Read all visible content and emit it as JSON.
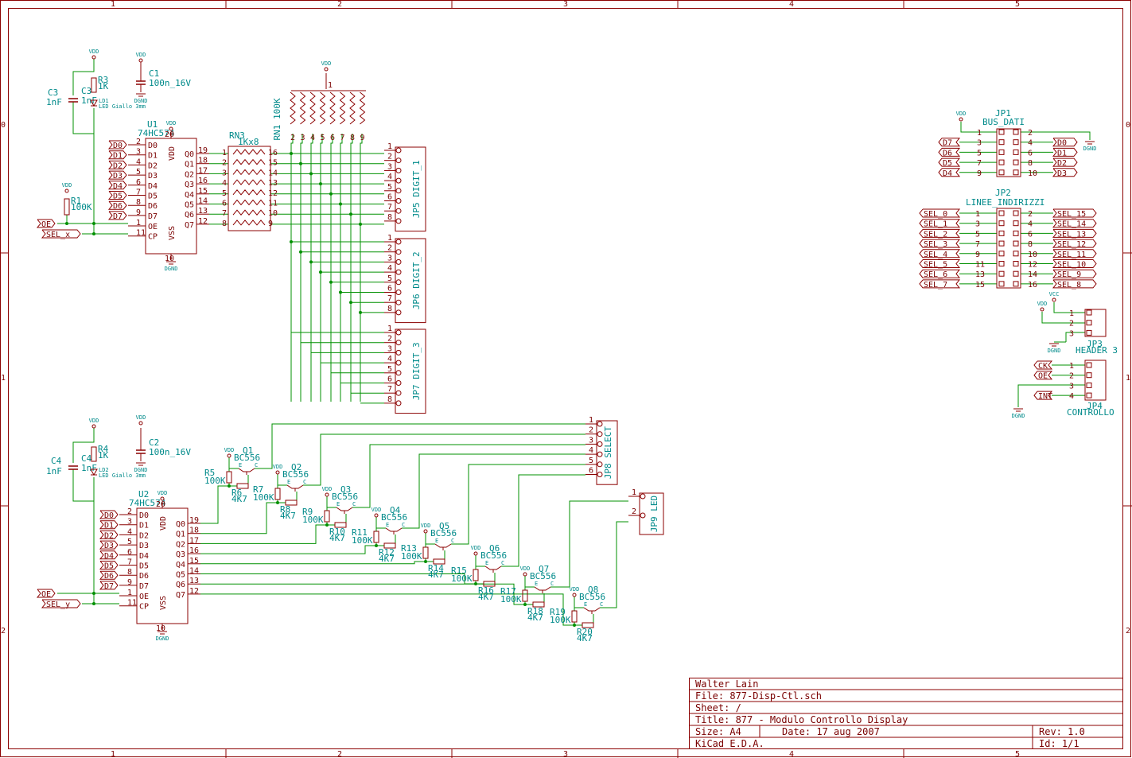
{
  "frame": {
    "col_labels": [
      "1",
      "2",
      "3",
      "4",
      "5"
    ],
    "row_labels": [
      "0",
      "1",
      "2"
    ]
  },
  "title_block": {
    "author": "Walter Lain",
    "file": "File: 877-Disp-Ctl.sch",
    "sheet": "Sheet: /",
    "title": "Title: 877 - Modulo Controllo Display",
    "size": "Size: A4",
    "date": "Date: 17 aug 2007",
    "rev": "Rev: 1.0",
    "tool": "KiCad E.D.A.",
    "id": "Id: 1/1"
  },
  "power": {
    "vdd": "VDD",
    "dgnd": "DGND",
    "vcc": "VCC"
  },
  "u1": {
    "ref": "U1",
    "value": "74HC574",
    "in_pins": [
      "D0",
      "D1",
      "D2",
      "D3",
      "D4",
      "D5",
      "D6",
      "D7",
      "OE",
      "CP"
    ],
    "in_nums": [
      "2",
      "3",
      "4",
      "5",
      "6",
      "7",
      "8",
      "9",
      "1",
      "11"
    ],
    "out_pins": [
      "Q0",
      "Q1",
      "Q2",
      "Q3",
      "Q4",
      "Q5",
      "Q6",
      "Q7"
    ],
    "out_nums": [
      "19",
      "18",
      "17",
      "16",
      "15",
      "14",
      "13",
      "12"
    ],
    "vdd": "VDD",
    "vss": "VSS",
    "vdd_num": "20",
    "vss_num": "10",
    "in_labels": [
      "D0",
      "D1",
      "D2",
      "D3",
      "D4",
      "D5",
      "D6",
      "D7"
    ],
    "oe_label": "OE",
    "sel_label": "SEL_x"
  },
  "u2": {
    "ref": "U2",
    "value": "74HC574",
    "in_pins": [
      "D0",
      "D1",
      "D2",
      "D3",
      "D4",
      "D5",
      "D6",
      "D7",
      "OE",
      "CP"
    ],
    "in_nums": [
      "2",
      "3",
      "4",
      "5",
      "6",
      "7",
      "8",
      "9",
      "1",
      "11"
    ],
    "out_pins": [
      "Q0",
      "Q1",
      "Q2",
      "Q3",
      "Q4",
      "Q5",
      "Q6",
      "Q7"
    ],
    "out_nums": [
      "19",
      "18",
      "17",
      "16",
      "15",
      "14",
      "13",
      "12"
    ],
    "vdd": "VDD",
    "vss": "VSS",
    "vdd_num": "20",
    "vss_num": "10",
    "in_labels": [
      "D0",
      "D1",
      "D2",
      "D3",
      "D4",
      "D5",
      "D6",
      "D7"
    ],
    "oe_label": "OE",
    "sel_label": "SEL_y"
  },
  "c1": {
    "ref": "C1",
    "value": "100n_16V"
  },
  "c2": {
    "ref": "C2",
    "value": "100n_16V"
  },
  "c3": {
    "ref": "C3",
    "value": "1nF"
  },
  "c4": {
    "ref": "C4",
    "value": "1nF"
  },
  "r1": {
    "ref": "R1",
    "value": "100K"
  },
  "r3": {
    "ref": "R3",
    "value": "1K"
  },
  "r4": {
    "ref": "R4",
    "value": "1K"
  },
  "ld1": {
    "ref": "LD1",
    "value": "LED Giallo 3mm"
  },
  "ld2": {
    "ref": "LD2",
    "value": "LED Giallo 3mm"
  },
  "rn1": {
    "ref": "RN1",
    "value": "100K",
    "pins": [
      "1",
      "2",
      "3",
      "4",
      "5",
      "6",
      "7",
      "8",
      "9"
    ]
  },
  "rn3": {
    "ref": "RN3",
    "value": "1Kx8",
    "left_pins": [
      "1",
      "2",
      "3",
      "4",
      "5",
      "6",
      "7",
      "8"
    ],
    "right_pins": [
      "16",
      "15",
      "14",
      "13",
      "12",
      "11",
      "10",
      "9"
    ]
  },
  "jp5": {
    "ref": "JP5",
    "value": "DIGIT_1",
    "pins": [
      "1",
      "2",
      "3",
      "4",
      "5",
      "6",
      "7",
      "8"
    ]
  },
  "jp6": {
    "ref": "JP6",
    "value": "DIGIT_2",
    "pins": [
      "1",
      "2",
      "3",
      "4",
      "5",
      "6",
      "7",
      "8"
    ]
  },
  "jp7": {
    "ref": "JP7",
    "value": "DIGIT_3",
    "pins": [
      "1",
      "2",
      "3",
      "4",
      "5",
      "6",
      "7",
      "8"
    ]
  },
  "jp8": {
    "ref": "JP8",
    "value": "SELECT",
    "pins": [
      "1",
      "2",
      "3",
      "4",
      "5",
      "6"
    ]
  },
  "jp9": {
    "ref": "JP9",
    "value": "LED",
    "pins": [
      "1",
      "2"
    ]
  },
  "jp1": {
    "ref": "JP1",
    "value": "BUS_DATI",
    "left_nums": [
      "1",
      "3",
      "5",
      "7",
      "9"
    ],
    "right_nums": [
      "2",
      "4",
      "6",
      "8",
      "10"
    ],
    "left_labels": [
      "D7",
      "D6",
      "D5",
      "D4"
    ],
    "right_labels": [
      "D0",
      "D1",
      "D2",
      "D3"
    ]
  },
  "jp2": {
    "ref": "JP2",
    "value": "LINEE_INDIRIZZI",
    "left_nums": [
      "1",
      "3",
      "5",
      "7",
      "9",
      "11",
      "13",
      "15"
    ],
    "right_nums": [
      "2",
      "4",
      "6",
      "8",
      "10",
      "12",
      "14",
      "16"
    ],
    "left_labels": [
      "SEL_0",
      "SEL_1",
      "SEL_2",
      "SEL_3",
      "SEL_4",
      "SEL_5",
      "SEL_6",
      "SEL_7"
    ],
    "right_labels": [
      "SEL_15",
      "SEL_14",
      "SEL_13",
      "SEL_12",
      "SEL_11",
      "SEL_10",
      "SEL_9",
      "SEL_8"
    ]
  },
  "jp3": {
    "ref": "JP3",
    "value": "HEADER 3",
    "pins": [
      "1",
      "2",
      "3"
    ]
  },
  "jp4": {
    "ref": "JP4",
    "value": "CONTROLLO",
    "pins": [
      "1",
      "2",
      "3",
      "4"
    ],
    "labels": [
      "CK",
      "OE",
      "",
      "INT"
    ]
  },
  "transistors": [
    {
      "ref": "Q1",
      "value": "BC556",
      "rb": "R5",
      "rb_val": "100K",
      "rs": "R6",
      "rs_val": "4K7"
    },
    {
      "ref": "Q2",
      "value": "BC556",
      "rb": "R7",
      "rb_val": "100K",
      "rs": "R8",
      "rs_val": "4K7"
    },
    {
      "ref": "Q3",
      "value": "BC556",
      "rb": "R9",
      "rb_val": "100K",
      "rs": "R10",
      "rs_val": "4K7"
    },
    {
      "ref": "Q4",
      "value": "BC556",
      "rb": "R11",
      "rb_val": "100K",
      "rs": "R12",
      "rs_val": "4K7"
    },
    {
      "ref": "Q5",
      "value": "BC556",
      "rb": "R13",
      "rb_val": "100K",
      "rs": "R14",
      "rs_val": "4K7"
    },
    {
      "ref": "Q6",
      "value": "BC556",
      "rb": "R15",
      "rb_val": "100K",
      "rs": "R16",
      "rs_val": "4K7"
    },
    {
      "ref": "Q7",
      "value": "BC556",
      "rb": "R17",
      "rb_val": "100K",
      "rs": "R18",
      "rs_val": "4K7"
    },
    {
      "ref": "Q8",
      "value": "BC556",
      "rb": "R19",
      "rb_val": "100K",
      "rs": "R20",
      "rs_val": "4K7"
    }
  ],
  "pin_letters": {
    "e": "E",
    "c": "C"
  }
}
